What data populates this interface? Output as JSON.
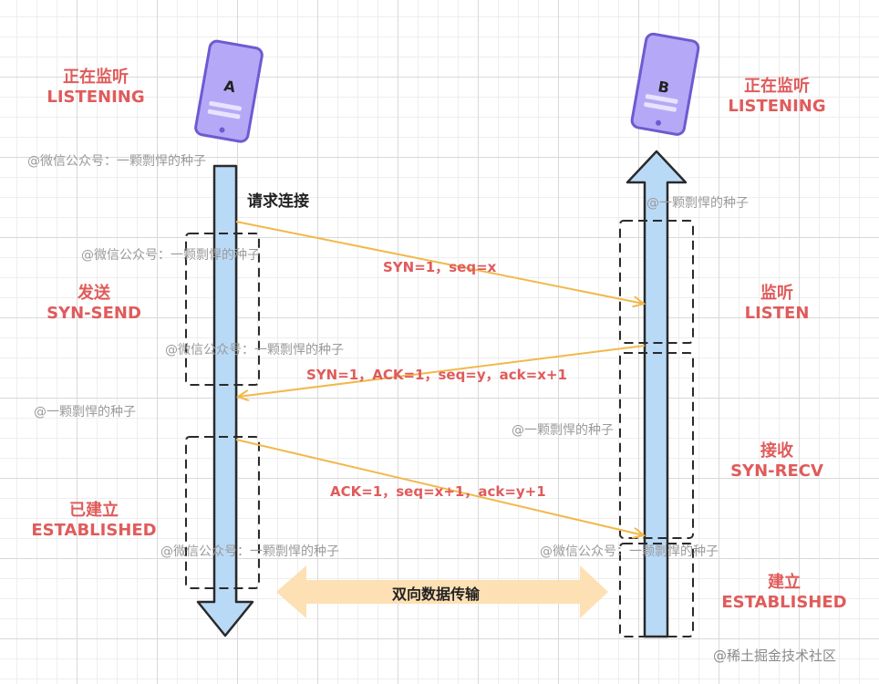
{
  "devices": {
    "a": {
      "label": "A"
    },
    "b": {
      "label": "B"
    }
  },
  "left_states": [
    {
      "line1": "正在监听",
      "line2": "LISTENING"
    },
    {
      "line1": "发送",
      "line2": "SYN-SEND"
    },
    {
      "line1": "已建立",
      "line2": "ESTABLISHED"
    }
  ],
  "right_states": [
    {
      "line1": "正在监听",
      "line2": "LISTENING"
    },
    {
      "line1": "监听",
      "line2": "LISTEN"
    },
    {
      "line1": "接收",
      "line2": "SYN-RECV"
    },
    {
      "line1": "建立",
      "line2": "ESTABLISHED"
    }
  ],
  "request_label": "请求连接",
  "messages": {
    "syn": "SYN=1，seq=x",
    "syn_ack": "SYN=1，ACK=1，seq=y，ack=x+1",
    "ack": "ACK=1，seq=x+1，ack=y+1"
  },
  "bidirectional_label": "双向数据传输",
  "watermarks": {
    "wechat": "@微信公众号：一颗剽悍的种子",
    "short": "@一颗剽悍的种子"
  },
  "footer": "@稀土掘金技术社区",
  "colors": {
    "timeline_fill": "#b9daf7",
    "timeline_stroke": "#2a2a2a",
    "message_arrow": "#f2b84b",
    "state_text": "#e05b5b",
    "phone_body": "#b5a9f7",
    "phone_stroke": "#7b68d8",
    "bidi_arrow": "#fde0b3"
  }
}
